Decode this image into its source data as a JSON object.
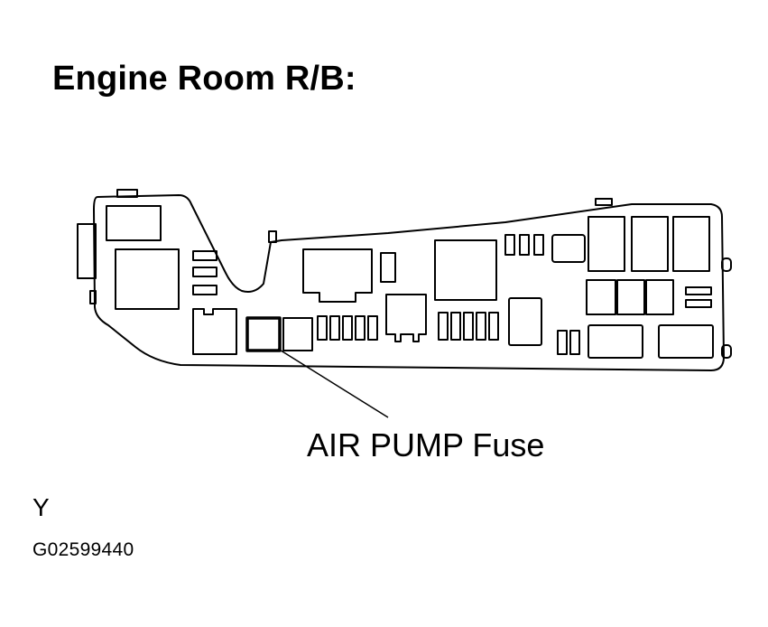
{
  "title": "Engine Room R/B:",
  "callout": {
    "label": "AIR PUMP Fuse"
  },
  "footer": {
    "code": "Y",
    "figure_id": "G02599440"
  },
  "colors": {
    "ink": "#000000",
    "paper": "#ffffff"
  }
}
